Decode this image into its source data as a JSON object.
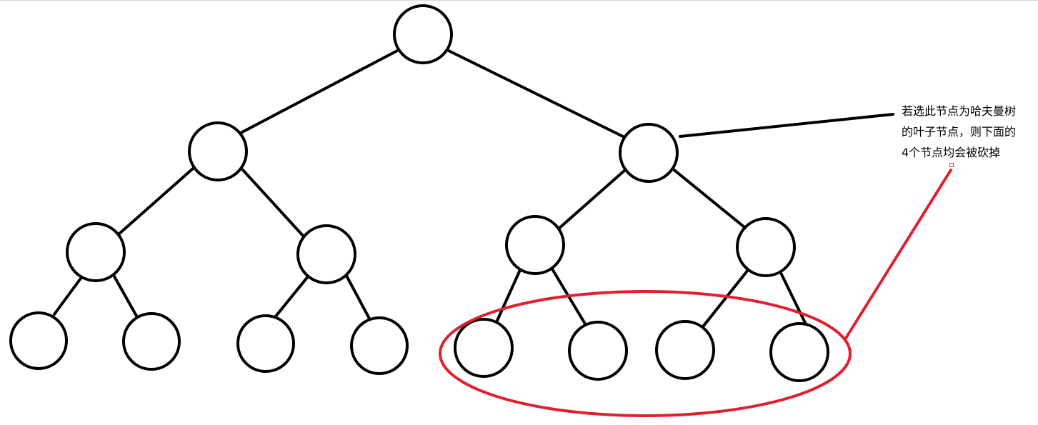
{
  "annotation": {
    "lines": [
      "若选此节点为哈夫曼树",
      "的叶子节点，则下面的",
      "4个节点均会被砍掉"
    ]
  },
  "colors": {
    "tree_stroke": "#000000",
    "highlight": "#e02030",
    "background": "#ffffff"
  }
}
